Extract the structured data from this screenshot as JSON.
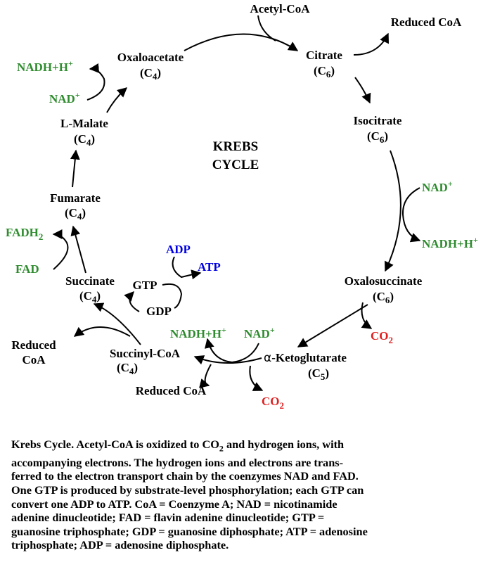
{
  "diagram": {
    "title_line1": "KREBS",
    "title_line2": "CYCLE",
    "acetyl_coa": "Acetyl-CoA",
    "reduced_coa_top": "Reduced CoA",
    "citrate": "Citrate",
    "isocitrate": "Isocitrate",
    "nad_1": "NAD",
    "nadh_1": "NADH+H",
    "oxalosuccinate": "Oxalosuccinate",
    "co2_1": "CO",
    "ketoglutarate": "-Ketoglutarate",
    "alpha": "α",
    "co2_2": "CO",
    "nadh_2": "NADH+H",
    "nad_2": "NAD",
    "reduced_coa_bottom": "Reduced CoA",
    "succinyl_coa": "Succinyl-CoA",
    "reduced_coa_left_1": "Reduced",
    "reduced_coa_left_2": "CoA",
    "gtp": "GTP",
    "gdp": "GDP",
    "adp": "ADP",
    "atp": "ATP",
    "succinate": "Succinate",
    "fad": "FAD",
    "fadh": "FADH",
    "fumarate": "Fumarate",
    "l_malate": "L-Malate",
    "nad_3": "NAD",
    "nadh_3": "NADH+H",
    "oxaloacetate": "Oxaloacetate",
    "plus": "+",
    "sub_2": "2",
    "c4": "4",
    "c5": "5",
    "c6": "6",
    "c_open": "(C",
    "c_close": ")"
  },
  "caption": {
    "l1a": "Krebs Cycle.  Acetyl-CoA is oxidized to CO",
    "l1b": " and hydrogen ions, with",
    "l2": "accompanying electrons.  The hydrogen ions and electrons are trans-",
    "l3": "ferred to the electron transport chain by the coenzymes NAD and FAD.",
    "l4": "One GTP is produced by substrate-level phosphorylation; each GTP can",
    "l5": "convert one ADP to ATP.   CoA = Coenzyme A;  NAD = nicotinamide",
    "l6": "adenine dinucleotide; FAD =  flavin adenine dinucleotide; GTP =",
    "l7": "guanosine triphosphate; GDP = guanosine diphosphate; ATP = adenosine",
    "l8": "triphosphate; ADP = adenosine diphosphate.",
    "sub2": "2"
  },
  "colors": {
    "green": "#2e8b2e",
    "blue": "#0000e0",
    "red": "#e02020",
    "black": "#000000"
  }
}
